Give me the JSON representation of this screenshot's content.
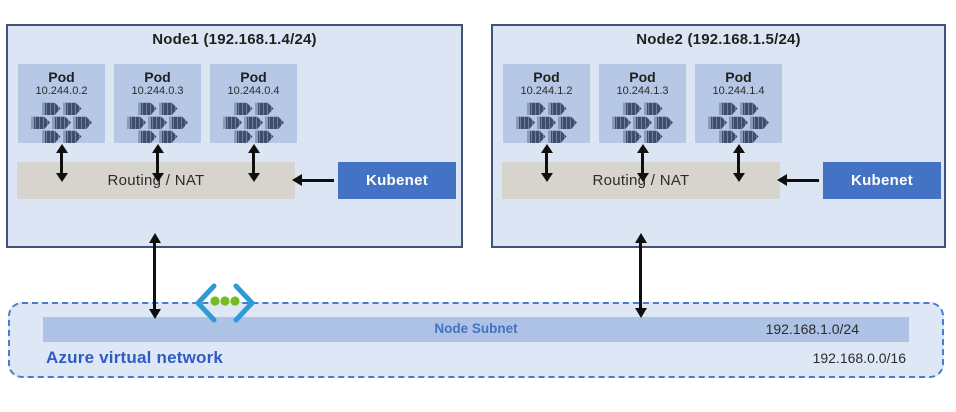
{
  "diagram": {
    "nodes": [
      {
        "title": "Node1 (192.168.1.4/24)",
        "pods": [
          {
            "label": "Pod",
            "ip": "10.244.0.2"
          },
          {
            "label": "Pod",
            "ip": "10.244.0.3"
          },
          {
            "label": "Pod",
            "ip": "10.244.0.4"
          }
        ],
        "routing_label": "Routing / NAT",
        "kubenet_label": "Kubenet"
      },
      {
        "title": "Node2 (192.168.1.5/24)",
        "pods": [
          {
            "label": "Pod",
            "ip": "10.244.1.2"
          },
          {
            "label": "Pod",
            "ip": "10.244.1.3"
          },
          {
            "label": "Pod",
            "ip": "10.244.1.4"
          }
        ],
        "routing_label": "Routing / NAT",
        "kubenet_label": "Kubenet"
      }
    ],
    "vnet": {
      "label": "Azure virtual network",
      "subnet_label": "Node Subnet",
      "subnet_cidr": "192.168.1.0/24",
      "vnet_cidr": "192.168.0.0/16"
    },
    "icons": {
      "pod_cluster": "container-icon (7 container glyphs per pod, honeycomb 2-3-2)",
      "vnet_border_icon": "vnet-peering-icon (cyan angle brackets with three green dots)"
    },
    "colors": {
      "node_fill": "#dce5f3",
      "node_border": "#3f537a",
      "pod_fill": "#b6c8e6",
      "container_glyph": "#3e4d6e",
      "routing_fill": "#d7d3cd",
      "kubenet_fill": "#4472c4",
      "vnet_fill": "#dee7f6",
      "vnet_border": "#4a7cc7",
      "subnet_fill": "#adc2e4",
      "subnet_label_text": "#4472c4",
      "vnet_label_text": "#2e5cc5",
      "arrow": "#0f0f0f",
      "chevron_blue": "#2e9bd6",
      "dot_green": "#76bc21"
    }
  }
}
